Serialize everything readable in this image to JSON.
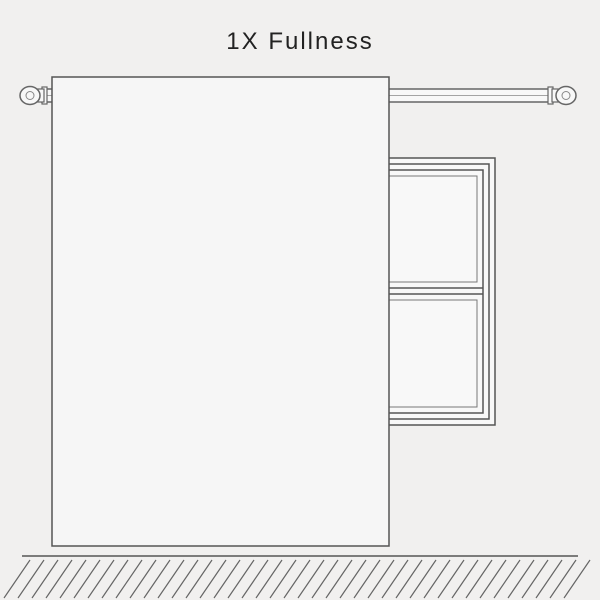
{
  "title": "1X Fullness",
  "colors": {
    "background": "#f1f0ef",
    "line": "#555555",
    "curtain_fill": "#f6f6f6",
    "title_text": "#222222"
  },
  "elements": {
    "rod": "curtain-rod",
    "finials": [
      "left-finial",
      "right-finial"
    ],
    "window": "window-frame",
    "curtain": "curtain-panel",
    "floor": "hatched-floor"
  }
}
